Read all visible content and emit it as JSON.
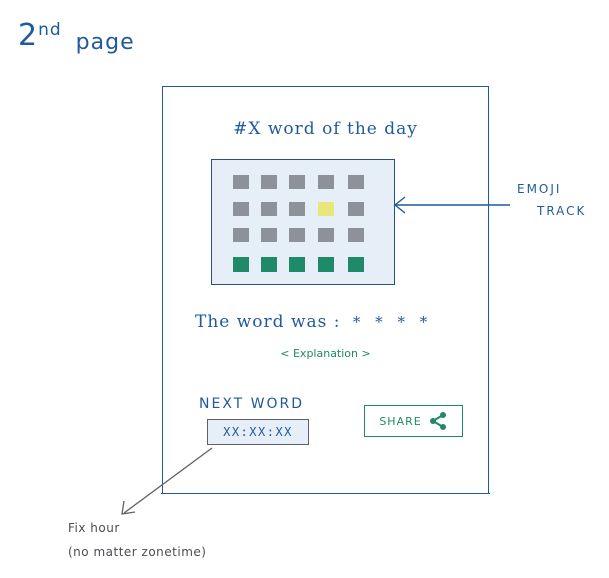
{
  "heading": {
    "ordinal": "2",
    "ordinal_suffix": "nd",
    "word": "page"
  },
  "screen": {
    "title": "#X word of the day",
    "emoji_track": {
      "rows": [
        [
          "gray",
          "gray",
          "gray",
          "gray",
          "gray"
        ],
        [
          "gray",
          "gray",
          "gray",
          "yellow",
          "gray"
        ],
        [
          "gray",
          "gray",
          "gray",
          "gray",
          "gray"
        ],
        [
          "green",
          "green",
          "green",
          "green",
          "green"
        ]
      ]
    },
    "word_label": "The word was :",
    "word_mask": "* * * *",
    "explanation": "< Explanation >",
    "next_word_label": "NEXT WORD",
    "timer": "XX:XX:XX",
    "share_label": "SHARE",
    "share_icon": "share-icon"
  },
  "annotations": {
    "emoji_track_line1": "EMOJI",
    "emoji_track_line2": "TRACK",
    "fix_hour_line1": "Fix hour",
    "fix_hour_line2": "(no matter zonetime)"
  },
  "colors": {
    "ink_blue": "#1f5a9e",
    "green": "#1f8a68",
    "gray_tile": "#8d9199",
    "yellow_tile": "#e8e77e",
    "panel_bg": "#e6eef7"
  }
}
